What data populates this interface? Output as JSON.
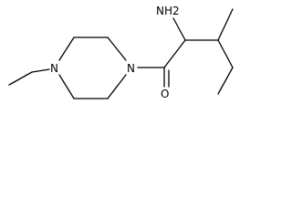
{
  "molecule": {
    "atoms": {
      "amine": "NH2",
      "piperazine_n_left": "N",
      "piperazine_n_right": "N",
      "carbonyl_oxygen": "O"
    }
  }
}
